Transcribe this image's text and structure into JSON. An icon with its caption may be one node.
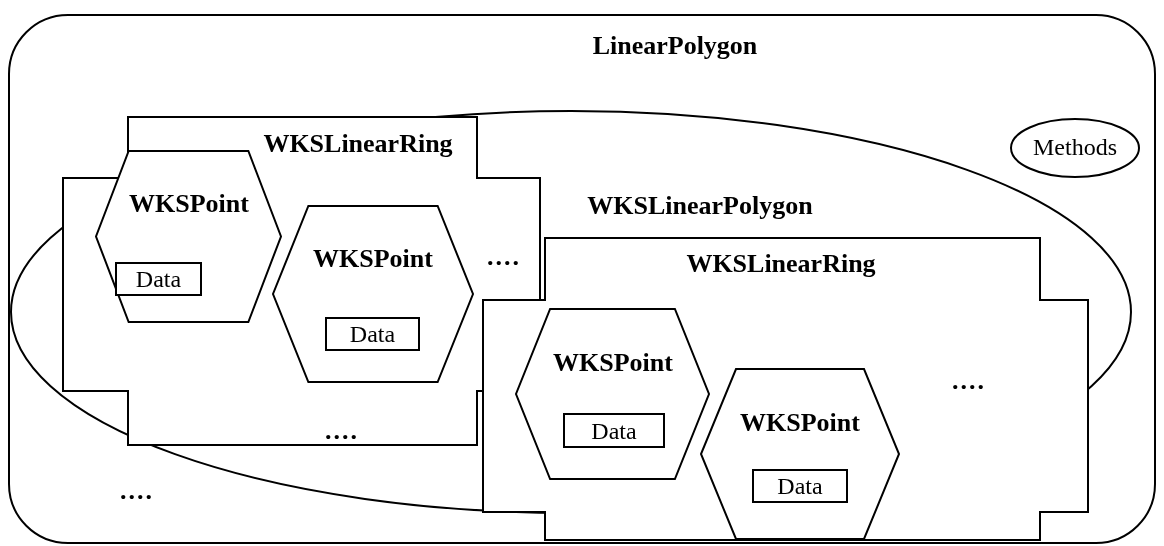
{
  "diagram": {
    "nodes": [
      {
        "text": [
          "LinearPolygon"
        ]
      },
      {
        "text": [
          "Methods"
        ],
        "in": 0
      },
      {
        "text": [
          "WKSLinearPolygon"
        ],
        "in": 0
      },
      {
        "text": [
          "WKSLinearRing"
        ],
        "in": 2
      },
      {
        "text": [
          "WKSPoint"
        ],
        "in": 3
      },
      {
        "text": [
          "Data"
        ],
        "in": 4
      },
      {
        "text": [
          "WKSPoint"
        ],
        "in": 3
      },
      {
        "text": [
          "Data"
        ],
        "in": 6
      },
      {
        "text": [
          "WKSLinearRing"
        ],
        "in": 2
      },
      {
        "text": [
          "WKSPoint"
        ],
        "in": 8
      },
      {
        "text": [
          "Data"
        ],
        "in": 9
      },
      {
        "text": [
          "WKSPoint"
        ],
        "in": 8
      },
      {
        "text": [
          "Data"
        ],
        "in": 11
      }
    ],
    "labels": [
      "....",
      "....",
      "....",
      "...."
    ]
  }
}
